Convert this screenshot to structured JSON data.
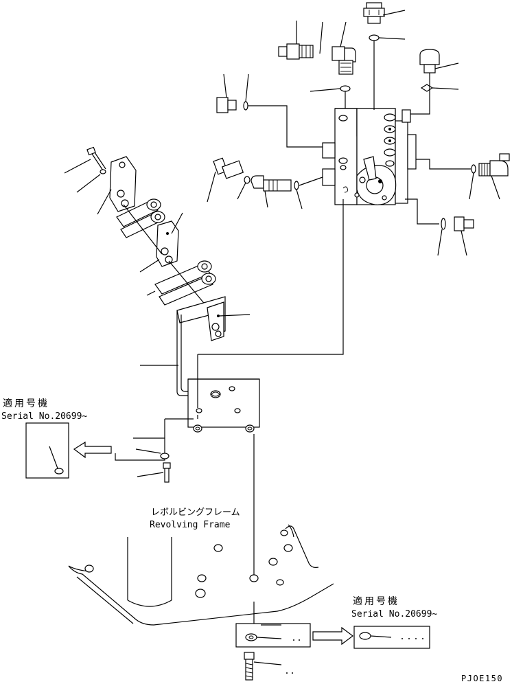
{
  "labels": {
    "applicable_left_jp": "適用号機",
    "serial_left": "Serial No.20699~",
    "revolving_jp": "レボルビングフレーム",
    "revolving_en": "Revolving Frame",
    "applicable_right_jp": "適用号機",
    "serial_right": "Serial No.20699~",
    "drawing_code": "PJOE150"
  }
}
